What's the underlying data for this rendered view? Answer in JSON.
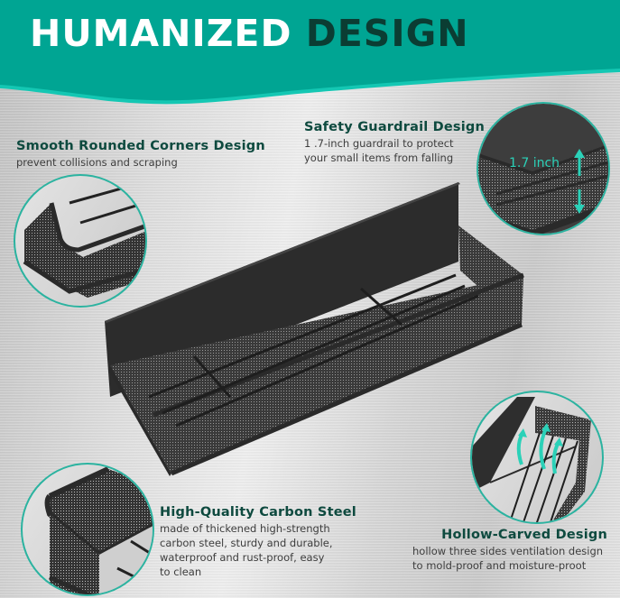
{
  "banner": {
    "title_part1": "HUMANIZED",
    "title_part2": "DESIGN",
    "color": "#00a593",
    "edge_color": "#14c7b3",
    "title_accent_color": "#0b3d33"
  },
  "features": [
    {
      "id": "rounded-corners",
      "title": "Smooth Rounded Corners Design",
      "lines": [
        "prevent collisions and scraping"
      ]
    },
    {
      "id": "guardrail",
      "title": "Safety Guardrail Design",
      "lines": [
        "1 .7-inch guardrail to protect",
        "your small items from falling"
      ],
      "callout": "1.7 inch"
    },
    {
      "id": "carbon-steel",
      "title": "High-Quality Carbon Steel",
      "lines": [
        "made of thickened high-strength",
        "carbon steel, sturdy and durable,",
        "waterproof and rust-proof, easy",
        "to clean"
      ]
    },
    {
      "id": "hollow-carved",
      "title": "Hollow-Carved Design",
      "lines": [
        "hollow three sides ventilation design",
        "to mold-proof and moisture-proot"
      ]
    }
  ],
  "colors": {
    "heading": "#0e4a3f",
    "body_text": "#3d3d3d",
    "accent": "#2bb3a0",
    "product": "#2e2e2e"
  }
}
